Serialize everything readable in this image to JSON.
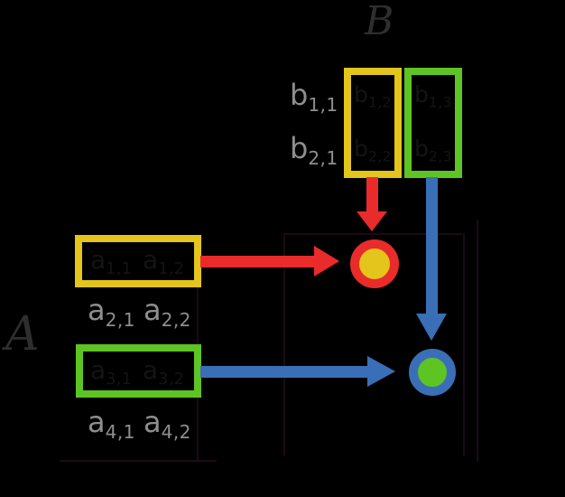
{
  "palette": {
    "background": "#000000",
    "yellow": "#e3c51b",
    "green": "#5ec423",
    "red": "#e92b2b",
    "blue": "#3a6fb7",
    "gray_label": "#8e8e8e",
    "ghost_letter": "#2e2e2e",
    "ghost_entry": "#141414",
    "ghost_line": "#1a0c15"
  },
  "matrix_a": {
    "ghost_label": "A",
    "gray_labels": [
      {
        "base": "a",
        "sub": "2,1"
      },
      {
        "base": "a",
        "sub": "2,2"
      },
      {
        "base": "a",
        "sub": "4,1"
      },
      {
        "base": "a",
        "sub": "4,2"
      }
    ],
    "yellow_row_entries": [
      {
        "base": "a",
        "sub": "1,1"
      },
      {
        "base": "a",
        "sub": "1,2"
      }
    ],
    "green_row_entries": [
      {
        "base": "a",
        "sub": "3,1"
      },
      {
        "base": "a",
        "sub": "3,2"
      }
    ]
  },
  "matrix_b": {
    "ghost_label": "B",
    "gray_labels": [
      {
        "base": "b",
        "sub": "1,1"
      },
      {
        "base": "b",
        "sub": "2,1"
      }
    ],
    "yellow_column_entries": [
      {
        "base": "b",
        "sub": "1,2"
      },
      {
        "base": "b",
        "sub": "2,2"
      }
    ],
    "green_column_entries": [
      {
        "base": "b",
        "sub": "1,3"
      },
      {
        "base": "b",
        "sub": "2,3"
      }
    ]
  }
}
